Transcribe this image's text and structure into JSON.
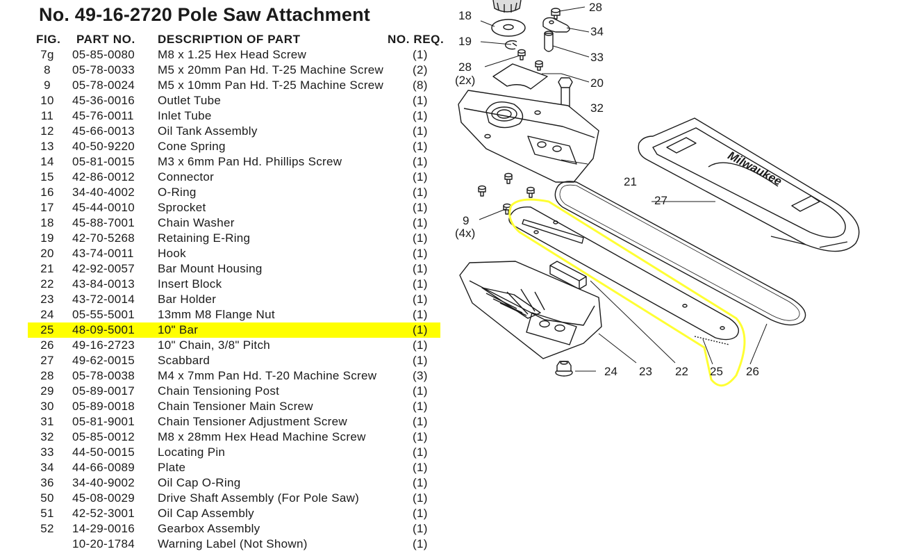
{
  "title": "No. 49-16-2720 Pole Saw Attachment",
  "headers": {
    "fig": "FIG.",
    "part": "PART NO.",
    "desc": "DESCRIPTION OF PART",
    "qty": "NO. REQ."
  },
  "highlight_color": "#ffff00",
  "highlighted_fig": "25",
  "parts": [
    {
      "fig": "7g",
      "part": "05-85-0080",
      "desc": "M8 x 1.25 Hex Head Screw",
      "qty": "(1)"
    },
    {
      "fig": "8",
      "part": "05-78-0033",
      "desc": "M5 x 20mm Pan Hd. T-25 Machine Screw",
      "qty": "(2)"
    },
    {
      "fig": "9",
      "part": "05-78-0024",
      "desc": "M5 x 10mm Pan Hd. T-25 Machine Screw",
      "qty": "(8)"
    },
    {
      "fig": "10",
      "part": "45-36-0016",
      "desc": "Outlet Tube",
      "qty": "(1)"
    },
    {
      "fig": "11",
      "part": "45-76-0011",
      "desc": "Inlet Tube",
      "qty": "(1)"
    },
    {
      "fig": "12",
      "part": "45-66-0013",
      "desc": "Oil Tank Assembly",
      "qty": "(1)"
    },
    {
      "fig": "13",
      "part": "40-50-9220",
      "desc": "Cone Spring",
      "qty": "(1)"
    },
    {
      "fig": "14",
      "part": "05-81-0015",
      "desc": "M3 x 6mm Pan Hd. Phillips Screw",
      "qty": "(1)"
    },
    {
      "fig": "15",
      "part": "42-86-0012",
      "desc": "Connector",
      "qty": "(1)"
    },
    {
      "fig": "16",
      "part": "34-40-4002",
      "desc": "O-Ring",
      "qty": "(1)"
    },
    {
      "fig": "17",
      "part": "45-44-0010",
      "desc": "Sprocket",
      "qty": "(1)"
    },
    {
      "fig": "18",
      "part": "45-88-7001",
      "desc": "Chain Washer",
      "qty": "(1)"
    },
    {
      "fig": "19",
      "part": "42-70-5268",
      "desc": "Retaining E-Ring",
      "qty": "(1)"
    },
    {
      "fig": "20",
      "part": "43-74-0011",
      "desc": "Hook",
      "qty": "(1)"
    },
    {
      "fig": "21",
      "part": "42-92-0057",
      "desc": "Bar Mount Housing",
      "qty": "(1)"
    },
    {
      "fig": "22",
      "part": "43-84-0013",
      "desc": "Insert Block",
      "qty": "(1)"
    },
    {
      "fig": "23",
      "part": "43-72-0014",
      "desc": "Bar Holder",
      "qty": "(1)"
    },
    {
      "fig": "24",
      "part": "05-55-5001",
      "desc": "13mm M8 Flange Nut",
      "qty": "(1)"
    },
    {
      "fig": "25",
      "part": "48-09-5001",
      "desc": "10\" Bar",
      "qty": "(1)"
    },
    {
      "fig": "26",
      "part": "49-16-2723",
      "desc": "10\" Chain, 3/8\" Pitch",
      "qty": "(1)"
    },
    {
      "fig": "27",
      "part": "49-62-0015",
      "desc": "Scabbard",
      "qty": "(1)"
    },
    {
      "fig": "28",
      "part": "05-78-0038",
      "desc": "M4 x 7mm Pan Hd. T-20 Machine Screw",
      "qty": "(3)"
    },
    {
      "fig": "29",
      "part": "05-89-0017",
      "desc": "Chain Tensioning Post",
      "qty": "(1)"
    },
    {
      "fig": "30",
      "part": "05-89-0018",
      "desc": "Chain Tensioner Main Screw",
      "qty": "(1)"
    },
    {
      "fig": "31",
      "part": "05-81-9001",
      "desc": "Chain Tensioner Adjustment Screw",
      "qty": "(1)"
    },
    {
      "fig": "32",
      "part": "05-85-0012",
      "desc": "M8 x 28mm Hex Head Machine Screw",
      "qty": "(1)"
    },
    {
      "fig": "33",
      "part": "44-50-0015",
      "desc": "Locating Pin",
      "qty": "(1)"
    },
    {
      "fig": "34",
      "part": "44-66-0089",
      "desc": "Plate",
      "qty": "(1)"
    },
    {
      "fig": "36",
      "part": "34-40-9002",
      "desc": "Oil Cap O-Ring",
      "qty": "(1)"
    },
    {
      "fig": "50",
      "part": "45-08-0029",
      "desc": "Drive Shaft Assembly (For Pole Saw)",
      "qty": "(1)"
    },
    {
      "fig": "51",
      "part": "42-52-3001",
      "desc": "Oil Cap Assembly",
      "qty": "(1)"
    },
    {
      "fig": "52",
      "part": "14-29-0016",
      "desc": "Gearbox Assembly",
      "qty": "(1)"
    },
    {
      "fig": "",
      "part": "10-20-1784",
      "desc": "Warning Label (Not Shown)",
      "qty": "(1)"
    }
  ],
  "diagram": {
    "callouts": {
      "c18": "18",
      "c28a": "28",
      "c34": "34",
      "c19": "19",
      "c33": "33",
      "c28b": "28",
      "c2x": "(2x)",
      "c20": "20",
      "c32": "32",
      "c21": "21",
      "c27": "27",
      "c9": "9",
      "c4x": "(4x)",
      "c24": "24",
      "c23": "23",
      "c22": "22",
      "c25": "25",
      "c26": "26"
    },
    "logo_text": "Milwaukee",
    "highlight_outline_color": "#ffff33"
  }
}
